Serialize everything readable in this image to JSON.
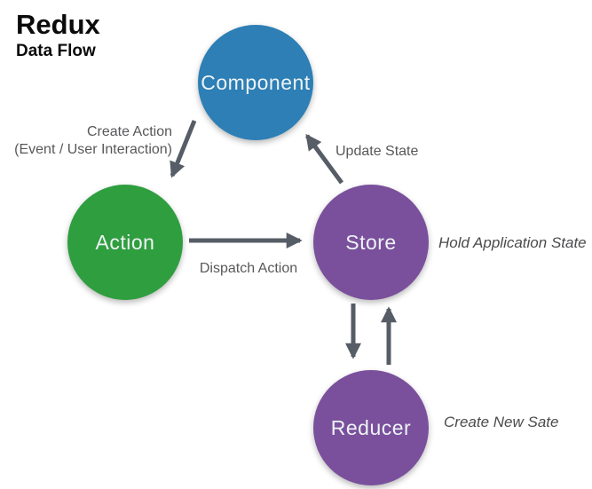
{
  "title": {
    "main": "Redux",
    "subtitle": "Data Flow"
  },
  "diagram": {
    "type": "flow-diagram",
    "arrow_color": "#565d66",
    "label_color": "#58585a",
    "nodes": [
      {
        "id": "component",
        "label": "Component",
        "shape": "circle",
        "color": "#2d7fb5"
      },
      {
        "id": "action",
        "label": "Action",
        "shape": "circle",
        "color": "#2f9e3f"
      },
      {
        "id": "store",
        "label": "Store",
        "shape": "circle",
        "color": "#7a509c",
        "annotation": "Hold Application State"
      },
      {
        "id": "reducer",
        "label": "Reducer",
        "shape": "circle",
        "color": "#7a509c",
        "annotation": "Create New Sate"
      }
    ],
    "edges": [
      {
        "from": "component",
        "to": "action",
        "label_line1": "Create Action",
        "label_line2": "(Event / User Interaction)"
      },
      {
        "from": "action",
        "to": "store",
        "label": "Dispatch Action"
      },
      {
        "from": "store",
        "to": "component",
        "label": "Update State"
      },
      {
        "from": "store",
        "to": "reducer",
        "label": ""
      },
      {
        "from": "reducer",
        "to": "store",
        "label": ""
      }
    ]
  }
}
